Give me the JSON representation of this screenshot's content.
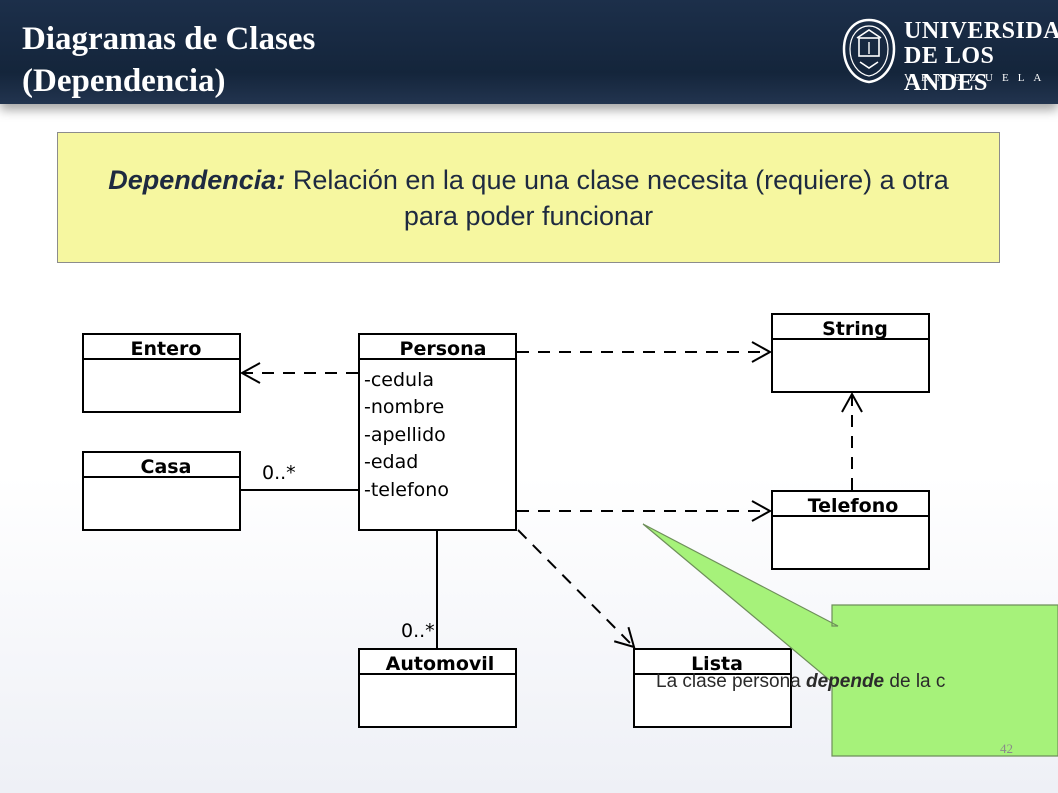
{
  "slide": {
    "title_line1": "Diagramas de Clases",
    "title_line2": "(Dependencia)",
    "logo": {
      "line1": "UNIVERSIDAD",
      "line2": "DE LOS ANDES",
      "line3": "VENEZUELA"
    },
    "definition": {
      "term": "Dependencia:",
      "text": " Relación en la que una clase necesita (requiere) a otra para poder funcionar"
    },
    "callout": {
      "prefix": "La clase persona ",
      "emphasis": "depende",
      "suffix": " de la c"
    },
    "page_number": "42",
    "colors": {
      "header": "#1c2f4a",
      "definition_bg": "#f6f7a0",
      "callout_bg": "#a6f27a"
    }
  },
  "uml": {
    "classes": {
      "entero": {
        "name": "Entero",
        "attributes": []
      },
      "persona": {
        "name": "Persona",
        "attributes": [
          "-cedula",
          "-nombre",
          "-apellido",
          "-edad",
          "-telefono"
        ]
      },
      "string": {
        "name": "String",
        "attributes": []
      },
      "casa": {
        "name": "Casa",
        "attributes": []
      },
      "telefono": {
        "name": "Telefono",
        "attributes": []
      },
      "automovil": {
        "name": "Automovil",
        "attributes": []
      },
      "lista": {
        "name": "Lista",
        "attributes": []
      }
    },
    "multiplicities": {
      "casa": "0..*",
      "automovil": "0..*"
    },
    "relations": [
      {
        "from": "Persona",
        "to": "Entero",
        "kind": "dependency"
      },
      {
        "from": "Persona",
        "to": "String",
        "kind": "dependency"
      },
      {
        "from": "Persona",
        "to": "Telefono",
        "kind": "dependency"
      },
      {
        "from": "Persona",
        "to": "Lista",
        "kind": "dependency"
      },
      {
        "from": "Telefono",
        "to": "String",
        "kind": "dependency"
      },
      {
        "from": "Persona",
        "to": "Casa",
        "kind": "association"
      },
      {
        "from": "Persona",
        "to": "Automovil",
        "kind": "association"
      }
    ]
  }
}
